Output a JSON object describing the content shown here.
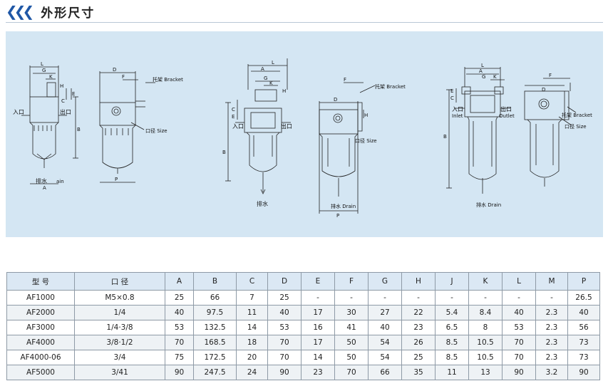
{
  "header": {
    "title": "外形尺寸"
  },
  "drawing": {
    "m1": {
      "L": "L",
      "G": "G",
      "K": "K",
      "H": "H",
      "E": "E",
      "C": "C",
      "B": "B",
      "inlet": "入口",
      "outlet": "出口",
      "drain": "排水",
      "drain_en": "ain",
      "A": "A"
    },
    "m2": {
      "D": "D",
      "F": "F",
      "bracket": "托架 Bracket",
      "size": "口径 Size",
      "P": "P"
    },
    "m3": {
      "L": "L",
      "A": "A",
      "G": "G",
      "K": "K",
      "H": "H",
      "C": "C",
      "E": "E",
      "B": "B",
      "inlet": "入口",
      "outlet": "出口",
      "drain": "排水"
    },
    "m4": {
      "F": "F",
      "D": "D",
      "bracket": "托架 Bracket",
      "H": "H",
      "size": "口径 Size",
      "drain": "排水 Drain",
      "P": "P"
    },
    "m5": {
      "L": "L",
      "A": "A",
      "G": "G",
      "K": "K",
      "E": "E",
      "C": "C",
      "inlet": "入口",
      "inlet_en": "Inlet",
      "outlet": "出口",
      "outlet_en": "Outlet",
      "B": "B",
      "drain": "排水 Drain"
    },
    "m6": {
      "F": "F",
      "D": "D",
      "bracket": "托架 Bracket",
      "size": "口径 Size"
    }
  },
  "table": {
    "headers": [
      "型 号",
      "口 径",
      "A",
      "B",
      "C",
      "D",
      "E",
      "F",
      "G",
      "H",
      "J",
      "K",
      "L",
      "M",
      "P"
    ],
    "rows": [
      [
        "AF1000",
        "M5×0.8",
        "25",
        "66",
        "7",
        "25",
        "-",
        "-",
        "-",
        "-",
        "-",
        "-",
        "-",
        "-",
        "26.5"
      ],
      [
        "AF2000",
        "1/4",
        "40",
        "97.5",
        "11",
        "40",
        "17",
        "30",
        "27",
        "22",
        "5.4",
        "8.4",
        "40",
        "2.3",
        "40"
      ],
      [
        "AF3000",
        "1/4·3/8",
        "53",
        "132.5",
        "14",
        "53",
        "16",
        "41",
        "40",
        "23",
        "6.5",
        "8",
        "53",
        "2.3",
        "56"
      ],
      [
        "AF4000",
        "3/8·1/2",
        "70",
        "168.5",
        "18",
        "70",
        "17",
        "50",
        "54",
        "26",
        "8.5",
        "10.5",
        "70",
        "2.3",
        "73"
      ],
      [
        "AF4000-06",
        "3/4",
        "75",
        "172.5",
        "20",
        "70",
        "14",
        "50",
        "54",
        "25",
        "8.5",
        "10.5",
        "70",
        "2.3",
        "73"
      ],
      [
        "AF5000",
        "3/41",
        "90",
        "247.5",
        "24",
        "90",
        "23",
        "70",
        "66",
        "35",
        "11",
        "13",
        "90",
        "3.2",
        "90"
      ]
    ]
  }
}
